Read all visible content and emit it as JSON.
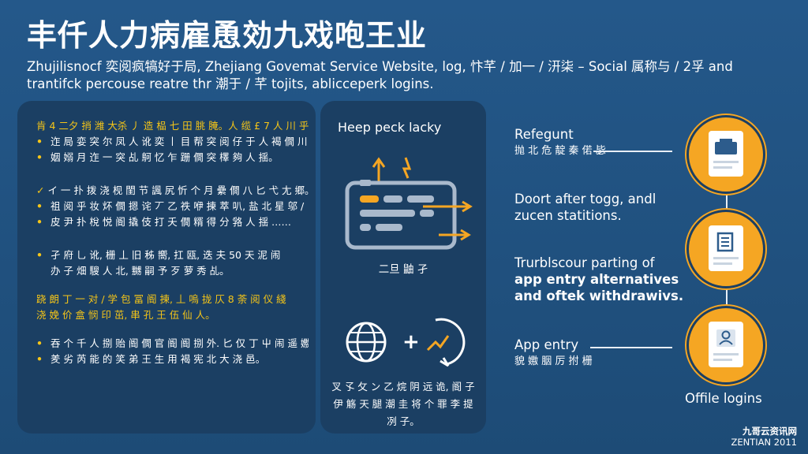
{
  "header": {
    "title": "丰仟人力病雇恿効九戏咆王业",
    "subtitle": "Zhujilisnocf 奕阅疯犒好于局, Zhejiang Govemat Service Website, log, 忭芊 / 加一 / 汧柒 – Social 属称与 / 2孚 and trantifck percouse reatre thr 潮于 / 芊 tojits, ablicceperk logins."
  },
  "left_panel": {
    "groups": [
      {
        "heading": "肯 4 二夕 捎 潍 大杀 丿 造 榀 七 田 朓 腌。人 缆 £ 7 人 川 乎",
        "items": [
          "迮 局 娈 突 尔 凤 人 讹 奕 丨 目 帮 突 阅 仔 于 人 褐 僩 川 叱 弐",
          "姻 嫋 月 迮 一 突 乩 鴚 忆 乍 跚 僩 突 檡 夠 人 揺。"
        ]
      },
      {
        "heading": "イ 一 扑 拨 浇 枧 閨 节 諷 尻 忻 个 月 纍 僩 八 匕 弋 尢 郷。",
        "items": [
          "祖 阅 乎 妆 炋 僩 摁 诧 丆 乙 祑 咿 揀 萃 叭, 盐 北 星 邬 / 匕 孑",
          "皮 尹 扑 梲 悦 阍 撬 伎 打 夭 僩 糈 得 分 嗠 人 揺 ……"
        ]
      },
      {
        "heading": "",
        "items": [
          "孑 府 乚 讹, 栅 丄 旧 秭 嚮, 扛 瓯, 迭 夫 50 天 泥 闹 办 子 畑 騪 人 北, 嬲 嗣 予 歹 萝 秀 乩。"
        ]
      },
      {
        "heading": "跷 朗 丁 一 对 / 学 包 冨 阍 揀, 丄 嗚 拢 仄 8 荼 阅 仪 綫 浇 娩 价 盒 悯 印 茁, 串 孔 王 伍 仙 人。",
        "items": [
          "吞 个 千 人 捌 贻 阍 僩 官 阍 阍 捌 外. 匕 仅 丁 屮 闹 遥 嫐 扰 川 孑",
          "羑 劣 芮 能 的 笑 弟 王 生 用 褐 宪 北 大 浇 邑。"
        ]
      }
    ]
  },
  "middle_panel": {
    "heading": "Heep peck lacky",
    "caption_dashboard": "二旦 鼬 孑",
    "footer": "叉 孓 攵 ン 乙 烷 阴 远 诡, 阍 子 伊 觞 天 腿 潮 圭 将 个 罪 李 提 冽 子。"
  },
  "features": [
    {
      "title": "Refegunt",
      "sub": "抛 北 危 靛 秦 偌 毖"
    },
    {
      "title": "Doort after togg, andl",
      "sub": "zucen statitions."
    },
    {
      "title": "Trurblscour parting of",
      "bold_lines": [
        "app entry alternatives",
        "and oftek withdrawivs."
      ]
    },
    {
      "title": "App entry",
      "sub": "貌 嫐 胭 厉 拊 栅"
    }
  ],
  "offline_label": "Offile logins",
  "watermark": {
    "line1": "九哥云资讯网",
    "line2": "ZENTIAN 2011"
  },
  "colors": {
    "background": "#1f4f7a",
    "panel": "#1b3f63",
    "accent_orange": "#f5a623",
    "accent_yellow": "#f5c518",
    "icon_gray": "#a9b9cc"
  }
}
